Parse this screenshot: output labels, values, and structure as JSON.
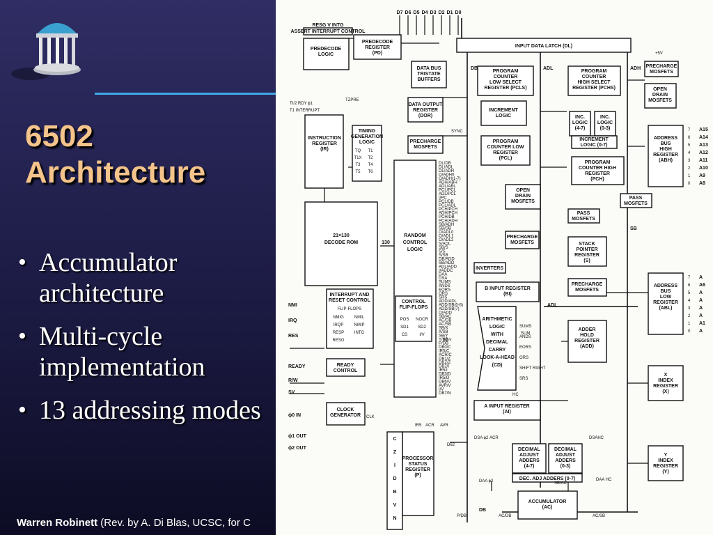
{
  "slide": {
    "title_line1": "6502",
    "title_line2": "Architecture",
    "bullets": [
      "Accumulator architecture",
      "Multi-cycle implementation",
      "13 addressing modes"
    ],
    "footer_author": "Warren Robinett",
    "footer_rest": " (Rev. by A. Di Blas, UCSC, for C",
    "logo": "well-pavilion-icon"
  },
  "colors": {
    "title": "#f4c48b",
    "rule": "#41a9ea",
    "background_top": "#2f2d63",
    "background_bottom": "#0d0c24"
  },
  "diagram": {
    "data_pins": [
      "D7",
      "D6",
      "D5",
      "D4",
      "D3",
      "D2",
      "D1",
      "D0"
    ],
    "input_data_latch": "INPUT DATA LATCH (DL)",
    "predecode_register": [
      "PREDECODE",
      "REGISTER",
      "(PD)"
    ],
    "predecode_logic": [
      "PREDECODE",
      "LOGIC"
    ],
    "instruction_register": [
      "INSTRUCTION",
      "REGISTER",
      "(IR)"
    ],
    "timing_logic": [
      "TIMING",
      "GENERATION",
      "LOGIC"
    ],
    "timing_cells": [
      "TQ",
      "T1",
      "T1X",
      "T2",
      "T3",
      "T4",
      "T5",
      "T6"
    ],
    "decode_rom": [
      "21×130",
      "DECODE ROM"
    ],
    "decode_count": "130",
    "random_control": [
      "RANDOM",
      "CONTROL",
      "LOGIC"
    ],
    "control_signals": [
      "DL/DB",
      "DL/ADL",
      "DL/ADH",
      "O/ADH0",
      "O/ADH(1-7)",
      "ADH/ABH",
      "ADL/ABL",
      "PCL/PCL",
      "ADL/PCL",
      "I/PC",
      "PCL/DB",
      "PCL/ADL",
      "PCH/PCH",
      "ADH/PCH",
      "PCH/DB",
      "PCH/ADH",
      "SB/ADH",
      "SB/DB",
      "O/ADL0",
      "O/ADL1",
      "O/ADL2",
      "S/ADL",
      "SB/S",
      "S/S",
      "S/SB",
      "DB/ADD",
      "SB/ADD",
      "ADL/ADD",
      "I/ADDC",
      "DAA",
      "DSA",
      "SUMS",
      "ANDS",
      "EORS",
      "ORS",
      "SRS",
      "ADD/ADL",
      "ADD/SB(0-6)",
      "ADD/SB(7)",
      "O/ADD",
      "SB/AC",
      "AC/DB",
      "AC/SB",
      "SB/X",
      "X/SB",
      "SB/Y",
      "Y/SB",
      "P/DB",
      "DB0/C",
      "IR5/C",
      "ACR/C",
      "DB1/Z",
      "DBZ/Z",
      "DB2/I",
      "IR5/I",
      "DB3/D",
      "IR5/D",
      "DB6/V",
      "AVR/V",
      "I/V",
      "DB7/N"
    ],
    "interrupt_control": [
      "INTERRUPT AND",
      "RESET CONTROL"
    ],
    "flip_flops_a": [
      "FLIP-FLOPS",
      "NMIG",
      "NMIL",
      "IRQP",
      "NMIP",
      "RESP",
      "INTG",
      "RESG"
    ],
    "control_flip_flops": [
      "CONTROL",
      "FLIP-FLOPS",
      "POS",
      "NOCR",
      "SD1",
      "SD2",
      "CS",
      "I/V"
    ],
    "ready_control": [
      "READY",
      "CONTROL"
    ],
    "clock_generator": [
      "CLOCK",
      "GENERATOR"
    ],
    "left_pins": [
      "NMI",
      "IRQ",
      "RES",
      "READY",
      "R/W",
      "SV",
      "ϕ0 IN",
      "ϕ1 OUT",
      "ϕ2 OUT"
    ],
    "data_bus_tristate": [
      "DATA BUS",
      "TRISTATE",
      "BUFFERS"
    ],
    "data_output_register": [
      "DATA OUTPUT",
      "REGISTER",
      "(DOR)"
    ],
    "precharge": [
      "PRECHARGE",
      "MOSFETS"
    ],
    "pcl_select": [
      "PROGRAM",
      "COUNTER",
      "LOW SELECT",
      "REGISTER (PCLS)"
    ],
    "increment_logic": [
      "INCREMENT",
      "LOGIC"
    ],
    "pcl": [
      "PROGRAM",
      "COUNTER LOW",
      "REGISTER",
      "(PCL)"
    ],
    "pch_select": [
      "PROGRAM",
      "COUNTER",
      "HIGH SELECT",
      "REGISTER (PCHS)"
    ],
    "inc_logic_a": [
      "INC.",
      "LOGIC",
      "(4-7)"
    ],
    "inc_logic_b": [
      "INC.",
      "LOGIC",
      "(0-3)"
    ],
    "increment_logic_07": [
      "INCREMENT",
      "LOGIC (0-7)"
    ],
    "pch": [
      "PROGRAM",
      "COUNTER HIGH",
      "REGISTER",
      "(PCH)"
    ],
    "open_drain": [
      "OPEN",
      "DRAIN",
      "MOSFETS"
    ],
    "pass_mosfets": [
      "PASS",
      "MOSFETS"
    ],
    "stack_pointer": [
      "STACK",
      "POINTER",
      "REGISTER",
      "(S)"
    ],
    "abh": [
      "ADDRESS",
      "BUS",
      "HIGH",
      "REGISTER",
      "(ABH)"
    ],
    "abl": [
      "ADDRESS",
      "BUS",
      "LOW",
      "REGISTER",
      "(ABL)"
    ],
    "abh_pins": [
      "A15",
      "A14",
      "A13",
      "A12",
      "A11",
      "A10",
      "A9",
      "A8"
    ],
    "abl_pins": [
      "A",
      "A6",
      "A",
      "A",
      "A",
      "A",
      "A1",
      "A"
    ],
    "abh_numbers": [
      "7",
      "6",
      "5",
      "4",
      "3",
      "2",
      "1",
      "0"
    ],
    "inverters": "INVERTERS",
    "b_input": [
      "B INPUT REGISTER",
      "(BI)"
    ],
    "alu": [
      "ARITHMETIC",
      "LOGIC",
      "WITH",
      "DECIMAL",
      "CARRY",
      "LOOK-A-HEAD",
      "(CD)"
    ],
    "alu_outputs": [
      "SUMS",
      "ANDS",
      "EORS",
      "ORS",
      "SHIFT RIGHT",
      "SRS"
    ],
    "adder_hold": [
      "ADDER",
      "HOLD",
      "REGISTER",
      "(ADD)"
    ],
    "a_input": [
      "A INPUT REGISTER",
      "(AI)"
    ],
    "x_index": [
      "X",
      "INDEX",
      "REGISTER",
      "(X)"
    ],
    "y_index": [
      "Y",
      "INDEX",
      "REGISTER",
      "(Y)"
    ],
    "decimal_adjust_hi": [
      "DECIMAL",
      "ADJUST",
      "ADDERS",
      "(4-7)"
    ],
    "decimal_adjust_lo": [
      "DECIMAL",
      "ADJUST",
      "ADDERS",
      "(0-3)"
    ],
    "dec_adj_label": "DEC. ADJ ADDERS (0-7)",
    "accumulator": [
      "ACCUMULATOR",
      "(AC)"
    ],
    "status_register": [
      "PROCESSOR",
      "STATUS",
      "REGISTER",
      "(P)"
    ],
    "status_bits": [
      "C",
      "Z",
      "I",
      "D",
      "B",
      "V",
      "N"
    ],
    "bus_labels": [
      "DB",
      "ADL",
      "ADH",
      "SB",
      "DB",
      "ADL"
    ],
    "misc_labels": [
      "RESG V INTG",
      "ASSERT INTERRUPT CONTROL",
      "SYNC",
      "T1 INTERRUPT",
      "TZPRE",
      "TI/2 RDY ϕ1",
      "D62",
      "ACR",
      "AVR",
      "IR5",
      "HC",
      "DSA ϕ2 ACR",
      "DAA ϕ2",
      "DSAHC",
      "DAA HC",
      "SUM",
      "SB/AC",
      "AC/DB",
      "AC/SB",
      "P/DB",
      "RDY",
      "+5V",
      "CLK"
    ]
  }
}
